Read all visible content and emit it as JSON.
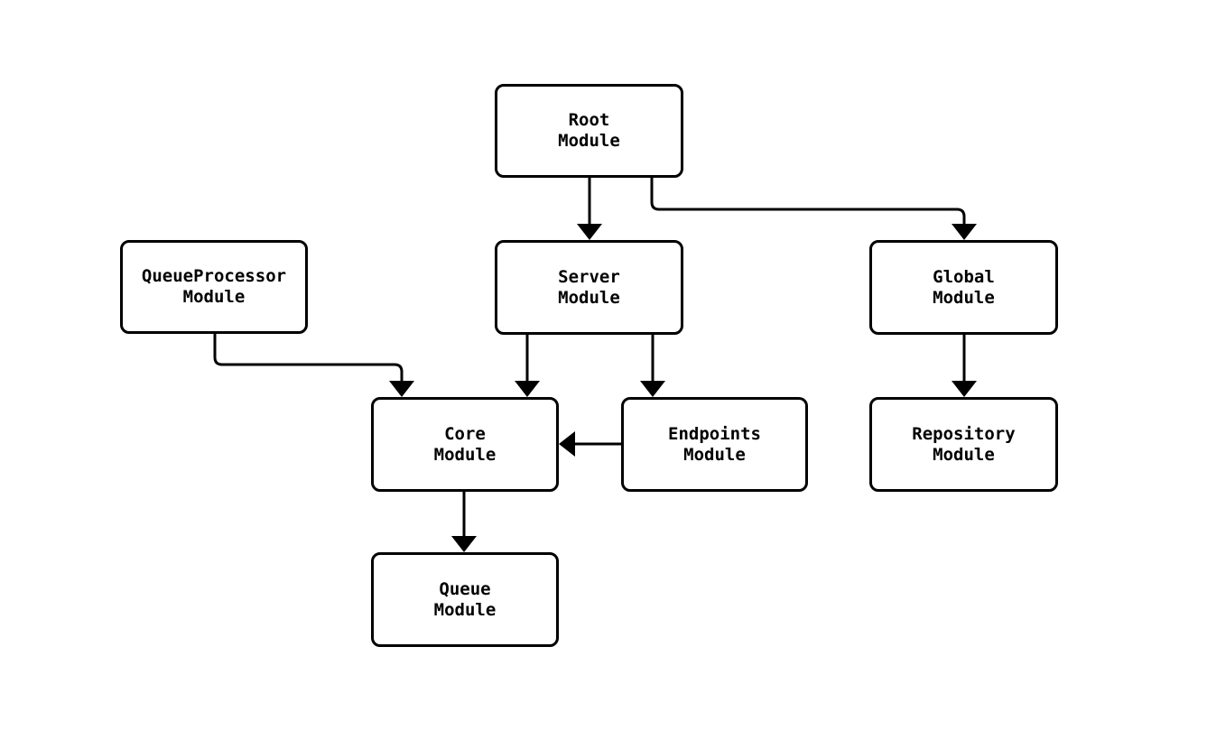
{
  "diagram": {
    "type": "flowchart",
    "direction": "top-down",
    "background_color": "#ffffff",
    "node_fill_color": "#ffffff",
    "node_border_color": "#000000",
    "edge_color": "#000000",
    "text_color": "#000000",
    "nodes": [
      {
        "id": "root",
        "label": "Root\nModule"
      },
      {
        "id": "queueprocessor",
        "label": "QueueProcessor\nModule"
      },
      {
        "id": "server",
        "label": "Server\nModule"
      },
      {
        "id": "global",
        "label": "Global\nModule"
      },
      {
        "id": "core",
        "label": "Core\nModule"
      },
      {
        "id": "endpoints",
        "label": "Endpoints\nModule"
      },
      {
        "id": "repository",
        "label": "Repository\nModule"
      },
      {
        "id": "queue",
        "label": "Queue\nModule"
      }
    ],
    "edges": [
      {
        "from": "root",
        "to": "server"
      },
      {
        "from": "root",
        "to": "global"
      },
      {
        "from": "queueprocessor",
        "to": "core"
      },
      {
        "from": "server",
        "to": "core"
      },
      {
        "from": "server",
        "to": "endpoints"
      },
      {
        "from": "endpoints",
        "to": "core"
      },
      {
        "from": "global",
        "to": "repository"
      },
      {
        "from": "core",
        "to": "queue"
      }
    ]
  }
}
